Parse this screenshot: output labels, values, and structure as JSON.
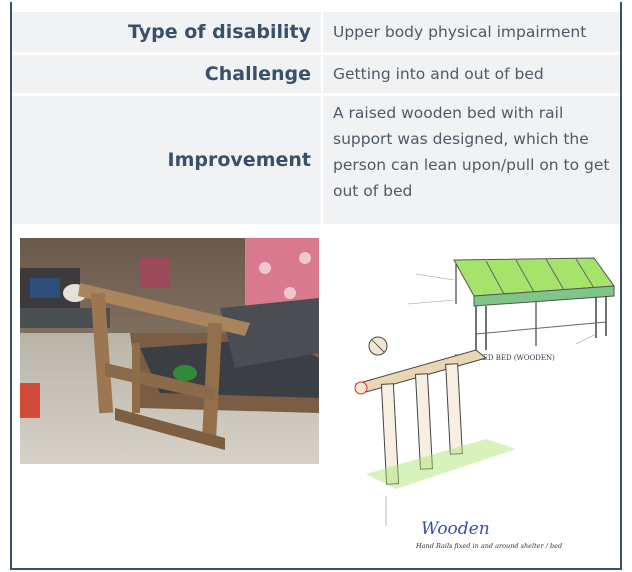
{
  "table": {
    "rows": [
      {
        "label": "Type of disability",
        "value": "Upper body physical impairment"
      },
      {
        "label": "Challenge",
        "value": "Getting into and out of bed"
      },
      {
        "label": "Improvement",
        "value": "A raised wooden bed with rail support was designed, which the person can lean upon/pull on to get out of bed"
      }
    ]
  },
  "sketch": {
    "caption": "ELEVATED BED (WOODEN)",
    "word": "Wooden",
    "note": "Hand Rails fixed in and around shelter / bed"
  },
  "colors": {
    "label_text": "#39506b",
    "cell_bg": "#f1f2f4",
    "border": "#39506b",
    "highlight_green": "#a6e36a"
  }
}
